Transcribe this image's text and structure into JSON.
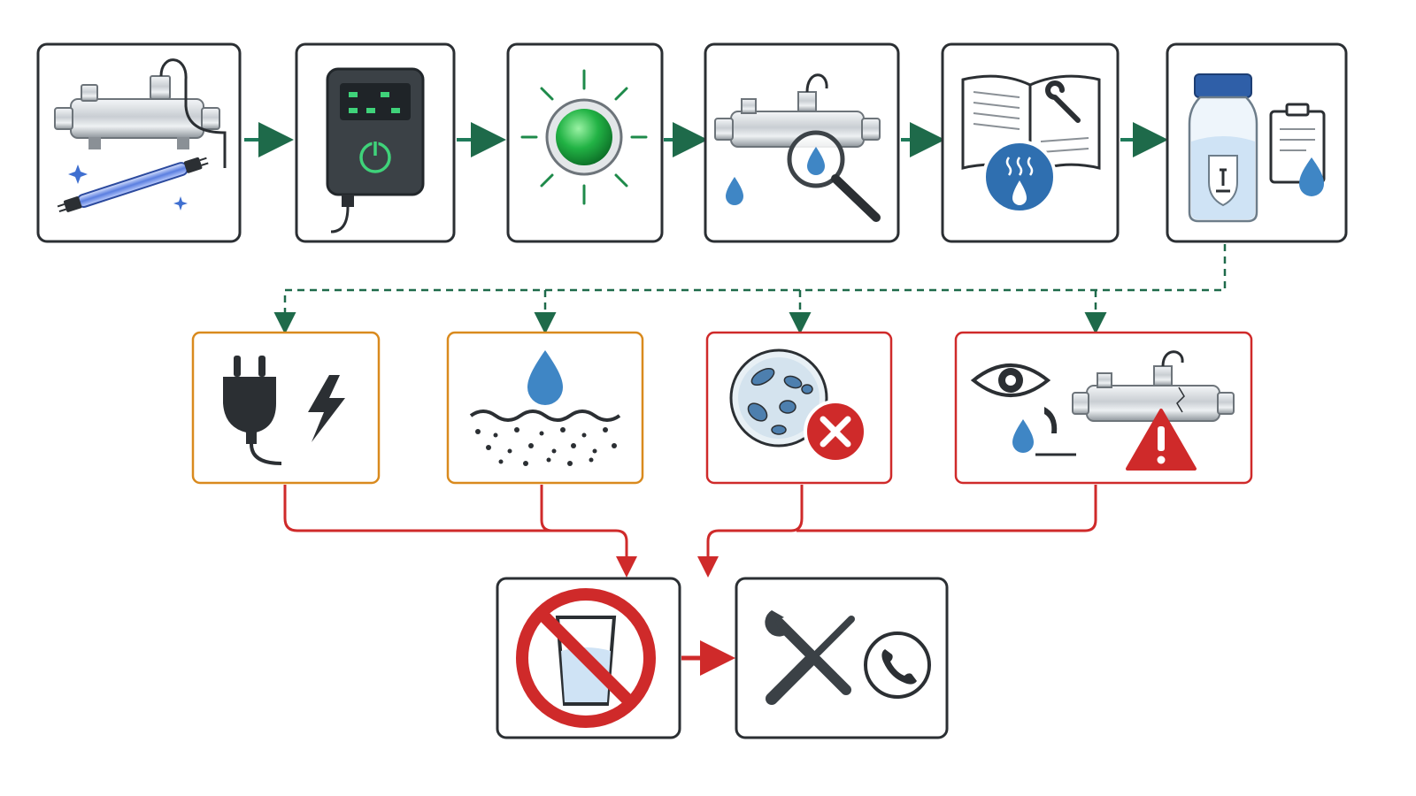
{
  "colors": {
    "box_border": "#2b2f33",
    "green_arrow": "#1e7a5a",
    "dashed_branch": "#1e6a4a",
    "warning_orange": "#d98a1e",
    "fault_red": "#cf2a2a",
    "metal_light": "#e6e9ec",
    "metal_dark": "#8a9096",
    "uv_blue": "#4b6fd8",
    "water_blue": "#3f86c5",
    "indicator_green": "#1fae3c",
    "icon_dark": "#2b2f33"
  },
  "process_steps": [
    {
      "icon": "uv-unit-and-lamp-icon"
    },
    {
      "icon": "power-supply-controller-icon"
    },
    {
      "icon": "green-indicator-light-icon"
    },
    {
      "icon": "inspect-unit-magnifier-icon"
    },
    {
      "icon": "manual-maintenance-icon"
    },
    {
      "icon": "water-sample-test-icon"
    }
  ],
  "fault_conditions": [
    {
      "icon": "power-failure-icon",
      "severity": "warning"
    },
    {
      "icon": "water-quality-sediment-icon",
      "severity": "warning"
    },
    {
      "icon": "bacteria-detected-icon",
      "severity": "critical"
    },
    {
      "icon": "leak-damage-warning-icon",
      "severity": "critical"
    }
  ],
  "response_actions": [
    {
      "icon": "do-not-drink-icon"
    },
    {
      "icon": "repair-and-call-service-icon"
    }
  ]
}
